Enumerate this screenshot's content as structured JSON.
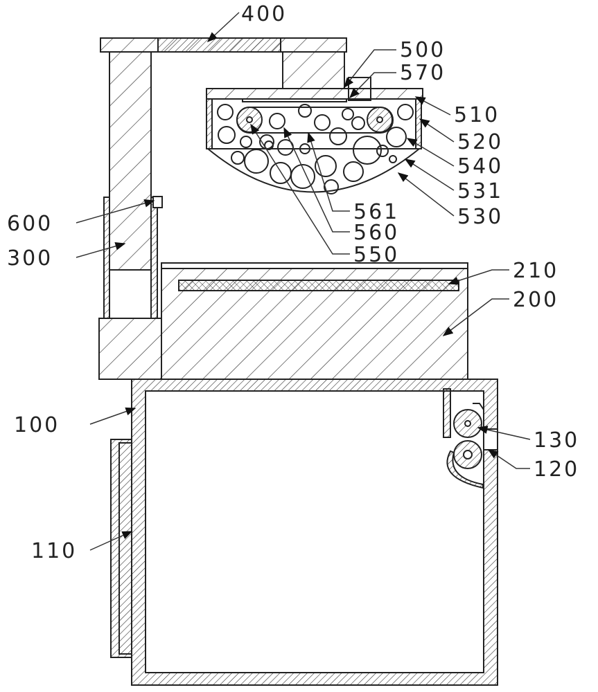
{
  "labels": {
    "l400": "400",
    "l500": "500",
    "l570": "570",
    "l510": "510",
    "l520": "520",
    "l540": "540",
    "l531": "531",
    "l530": "530",
    "l561": "561",
    "l560": "560",
    "l550": "550",
    "l600": "600",
    "l300": "300",
    "l210": "210",
    "l200": "200",
    "l100": "100",
    "l130": "130",
    "l120": "120",
    "l110": "110"
  },
  "colors": {
    "line": "#222222",
    "background": "#ffffff"
  }
}
